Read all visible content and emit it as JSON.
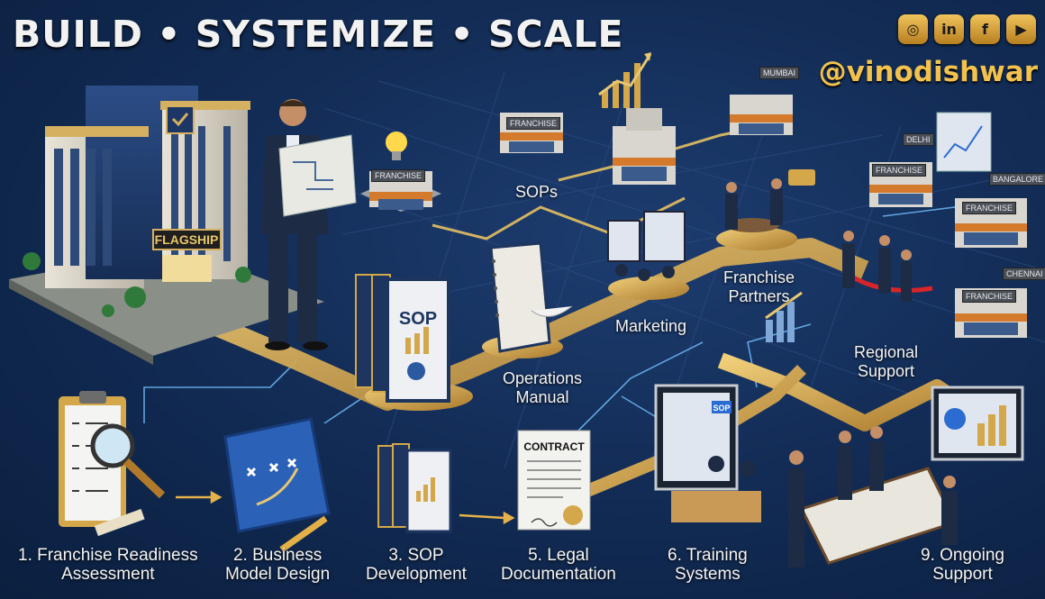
{
  "header": {
    "headline": "BUILD • SYSTEMIZE • SCALE",
    "handle": "@vinodishwar",
    "social_icons": [
      "instagram-icon",
      "linkedin-icon",
      "facebook-icon",
      "youtube-icon"
    ]
  },
  "steps": [
    {
      "id": "readiness",
      "line1": "1. Franchise Readiness",
      "line2": "Assessment"
    },
    {
      "id": "business-model",
      "line1": "2. Business",
      "line2": "Model Design"
    },
    {
      "id": "sop-dev",
      "line1": "3. SOP",
      "line2": "Development"
    },
    {
      "id": "legal",
      "line1": "5. Legal",
      "line2": "Documentation"
    },
    {
      "id": "training",
      "line1": "6. Training",
      "line2": "Systems"
    },
    {
      "id": "support",
      "line1": "9. Ongoing",
      "line2": "Support"
    }
  ],
  "path_labels": {
    "sops": "SOPs",
    "operations_line1": "Operations",
    "operations_line2": "Manual",
    "marketing": "Marketing",
    "franchise_line1": "Franchise",
    "franchise_line2": "Partners",
    "regional_line1": "Regional",
    "regional_line2": "Support"
  },
  "building_texts": {
    "flagship": "FLAGSHIP",
    "sop_book": "SOP",
    "contract": "CONTRACT",
    "screen_sop": "SOP"
  },
  "city_signs": {
    "mumbai": "MUMBAI",
    "delhi": "DELHI",
    "bangalore": "BANGALORE",
    "chennai": "CHENNAI",
    "store1": "FRANCHISE",
    "store2": "FRANCHISE",
    "store3": "FRANCHISE",
    "store4": "FRANCHISE",
    "store5": "FRANCHISE"
  },
  "colors": {
    "background": "#132d57",
    "gold": "#d4a84a",
    "accent_glow": "#7fc8ff",
    "handle": "#f2c14e"
  }
}
